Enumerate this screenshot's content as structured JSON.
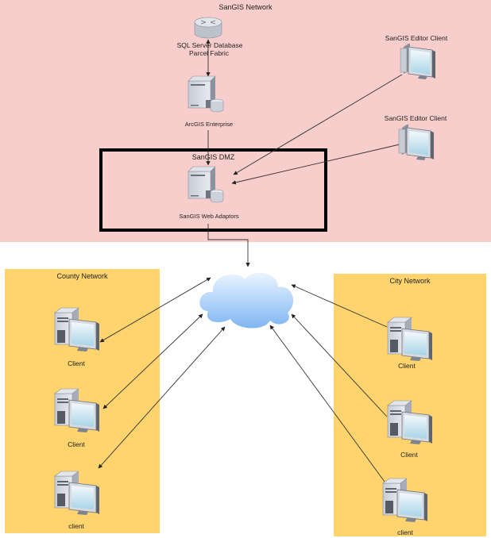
{
  "colors": {
    "sangis_zone": "#f8cecc",
    "external_zone": "#ffd46e",
    "dmz_border": "#000000",
    "connector": "#333333",
    "cloud_top": "#eaf4ff",
    "cloud_bottom": "#7fb6f2"
  },
  "zones": {
    "sangis": {
      "label": "SanGIS Network"
    },
    "dmz": {
      "label": "SanGIS DMZ"
    },
    "county": {
      "label": "County Network"
    },
    "city": {
      "label": "City Network"
    }
  },
  "nodes": {
    "router": {
      "label_line1": "SQL Server Database",
      "label_line2": "Parcel Fabric",
      "icon": "router-icon"
    },
    "arcgis_server": {
      "label": "ArcGIS Enterprise",
      "icon": "server-database-icon"
    },
    "web_adaptor": {
      "label": "SanGIS Web Adaptors",
      "icon": "server-database-icon"
    },
    "editor_client_1": {
      "label": "SanGIS Editor Client",
      "icon": "monitor-icon"
    },
    "editor_client_2": {
      "label": "SanGIS Editor Client",
      "icon": "monitor-icon"
    },
    "internet": {
      "label": "",
      "icon": "cloud-icon"
    },
    "county_client_1": {
      "label": "Client",
      "icon": "workstation-icon"
    },
    "county_client_2": {
      "label": "Client",
      "icon": "workstation-icon"
    },
    "county_client_3": {
      "label": "client",
      "icon": "workstation-icon"
    },
    "city_client_1": {
      "label": "Client",
      "icon": "workstation-icon"
    },
    "city_client_2": {
      "label": "Client",
      "icon": "workstation-icon"
    },
    "city_client_3": {
      "label": "client",
      "icon": "workstation-icon"
    }
  },
  "edges": [
    {
      "from": "router",
      "to": "arcgis_server",
      "direction": "both"
    },
    {
      "from": "arcgis_server",
      "to": "web_adaptor",
      "direction": "forward"
    },
    {
      "from": "editor_client_1",
      "to": "web_adaptor",
      "direction": "forward"
    },
    {
      "from": "editor_client_2",
      "to": "web_adaptor",
      "direction": "forward"
    },
    {
      "from": "web_adaptor",
      "to": "internet",
      "direction": "forward"
    },
    {
      "from": "county_client_1",
      "to": "internet",
      "direction": "both"
    },
    {
      "from": "county_client_2",
      "to": "internet",
      "direction": "both"
    },
    {
      "from": "county_client_3",
      "to": "internet",
      "direction": "both"
    },
    {
      "from": "city_client_1",
      "to": "internet",
      "direction": "forward"
    },
    {
      "from": "city_client_2",
      "to": "internet",
      "direction": "forward"
    },
    {
      "from": "city_client_3",
      "to": "internet",
      "direction": "forward"
    }
  ]
}
